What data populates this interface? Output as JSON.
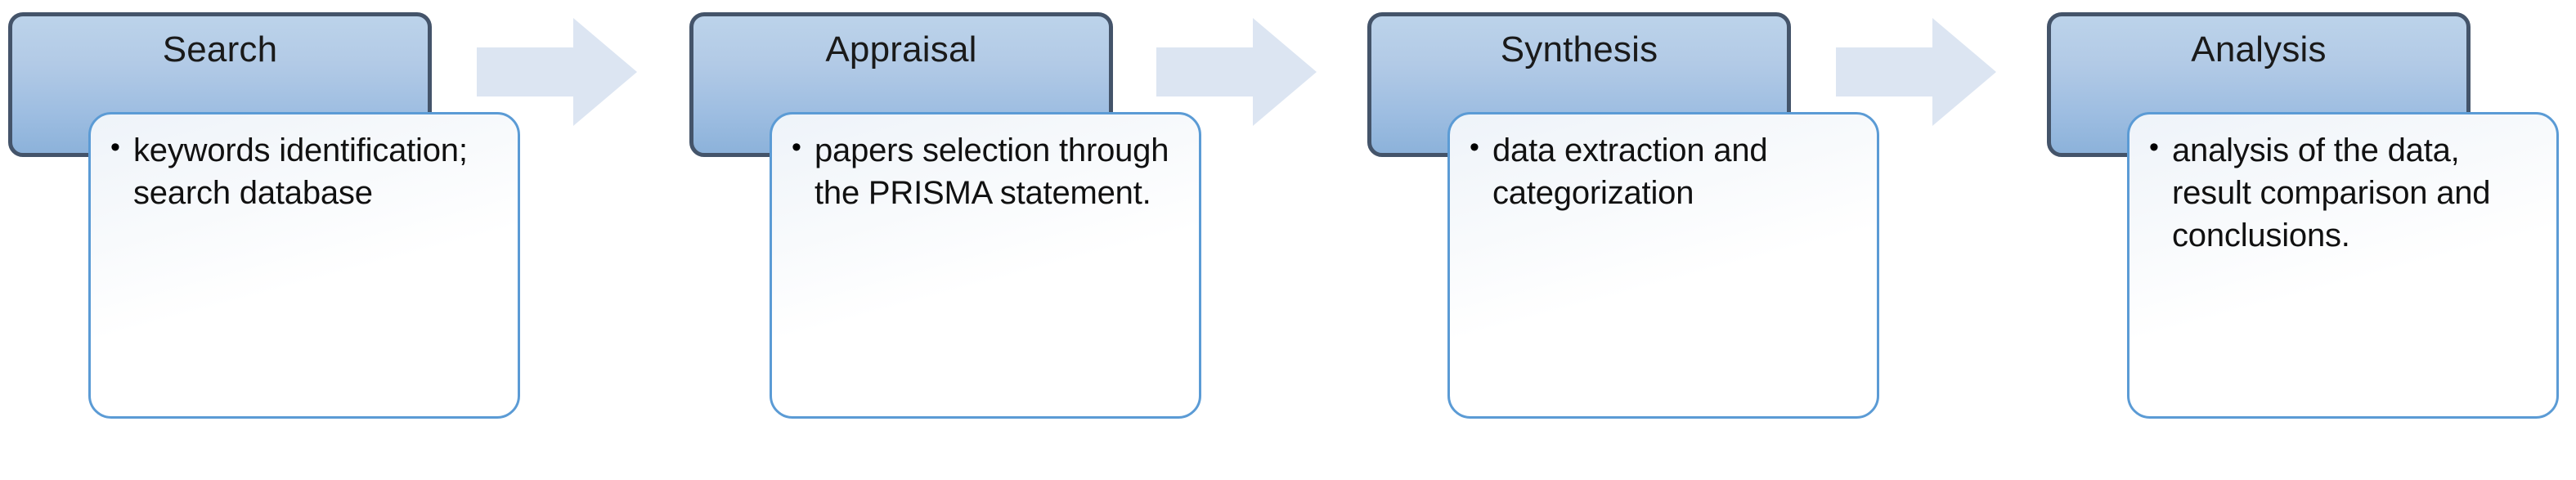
{
  "diagram": {
    "type": "process-flow",
    "orientation": "left-to-right",
    "stage_count": 4,
    "arrow_count": 3,
    "colors": {
      "header_fill_top": "#bcd3ea",
      "header_fill_bottom": "#8cb2da",
      "header_border": "#44546a",
      "card_border": "#5b9bd5",
      "card_fill": "#ffffff",
      "arrow_fill": "#dce5f2",
      "text": "#111111"
    },
    "stages": [
      {
        "id": "search",
        "title": "Search",
        "bullets": [
          "keywords identification; search database"
        ]
      },
      {
        "id": "appraisal",
        "title": "Appraisal",
        "bullets": [
          "papers selection through the PRISMA statement."
        ]
      },
      {
        "id": "synthesis",
        "title": "Synthesis",
        "bullets": [
          "data extraction and categorization"
        ]
      },
      {
        "id": "analysis",
        "title": "Analysis",
        "bullets": [
          "analysis of the data, result comparison and conclusions."
        ]
      }
    ],
    "arrows": [
      {
        "id": "arrow-search-to-appraisal",
        "label": ""
      },
      {
        "id": "arrow-appraisal-to-synthesis",
        "label": ""
      },
      {
        "id": "arrow-synthesis-to-analysis",
        "label": ""
      }
    ]
  }
}
